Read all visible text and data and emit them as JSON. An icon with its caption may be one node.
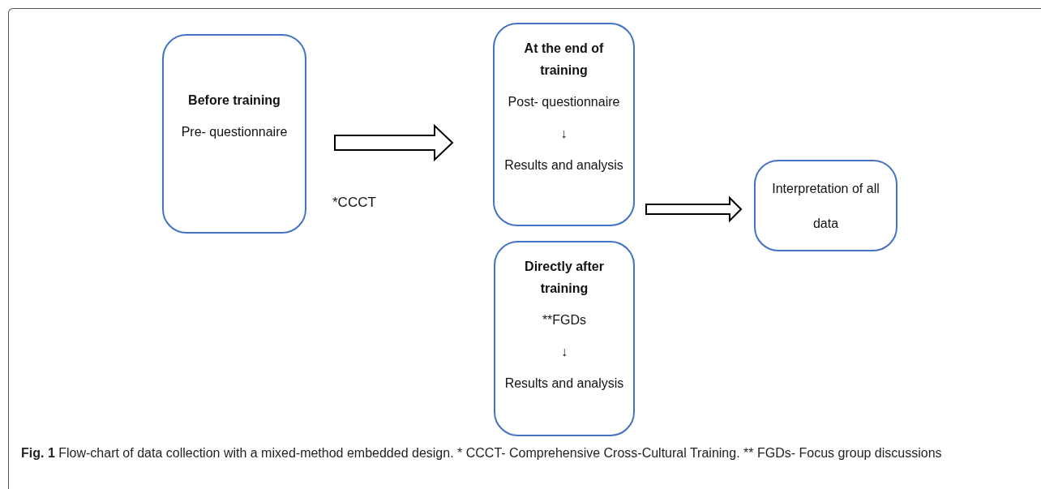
{
  "diagram": {
    "caption": "**Fig. 1** Flow-chart of data collection with a mixed-method embedded design. * CCCT- Comprehensive Cross-Cultural Training. ** FGDs- Focus group discussions",
    "nodes": [
      {
        "text": [
          "Before training",
          "Pre- questionnaire"
        ]
      },
      {
        "text": [
          "At the end of training",
          "Post- questionnaire",
          "↓",
          "Results and analysis"
        ]
      },
      {
        "text": [
          "Directly after training",
          "**FGDs",
          "↓",
          "Results and analysis"
        ]
      },
      {
        "text": [
          "Interpretation of all data"
        ]
      }
    ],
    "edges": [
      {
        "from": 0,
        "to": 1,
        "arrow": "to",
        "label": "*CCCT"
      },
      {
        "from": 1,
        "to": 3,
        "arrow": "to"
      }
    ]
  }
}
